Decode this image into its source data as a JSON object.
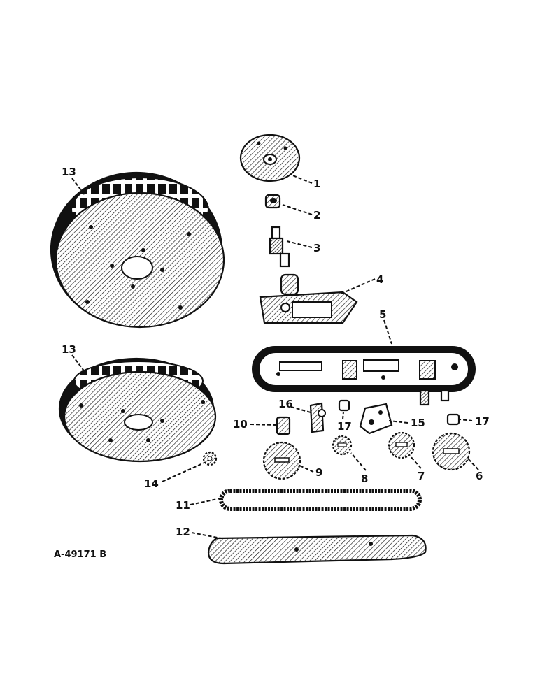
{
  "reference_code": "A-49171 B",
  "callouts": {
    "c1": "1",
    "c2": "2",
    "c3": "3",
    "c4": "4",
    "c5": "5",
    "c6": "6",
    "c7": "7",
    "c8": "8",
    "c9": "9",
    "c10": "10",
    "c11": "11",
    "c12": "12",
    "c13a": "13",
    "c13b": "13",
    "c14": "14",
    "c15": "15",
    "c16": "16",
    "c17a": "17",
    "c17b": "17"
  },
  "colors": {
    "ink": "#111111",
    "paper": "#ffffff"
  }
}
